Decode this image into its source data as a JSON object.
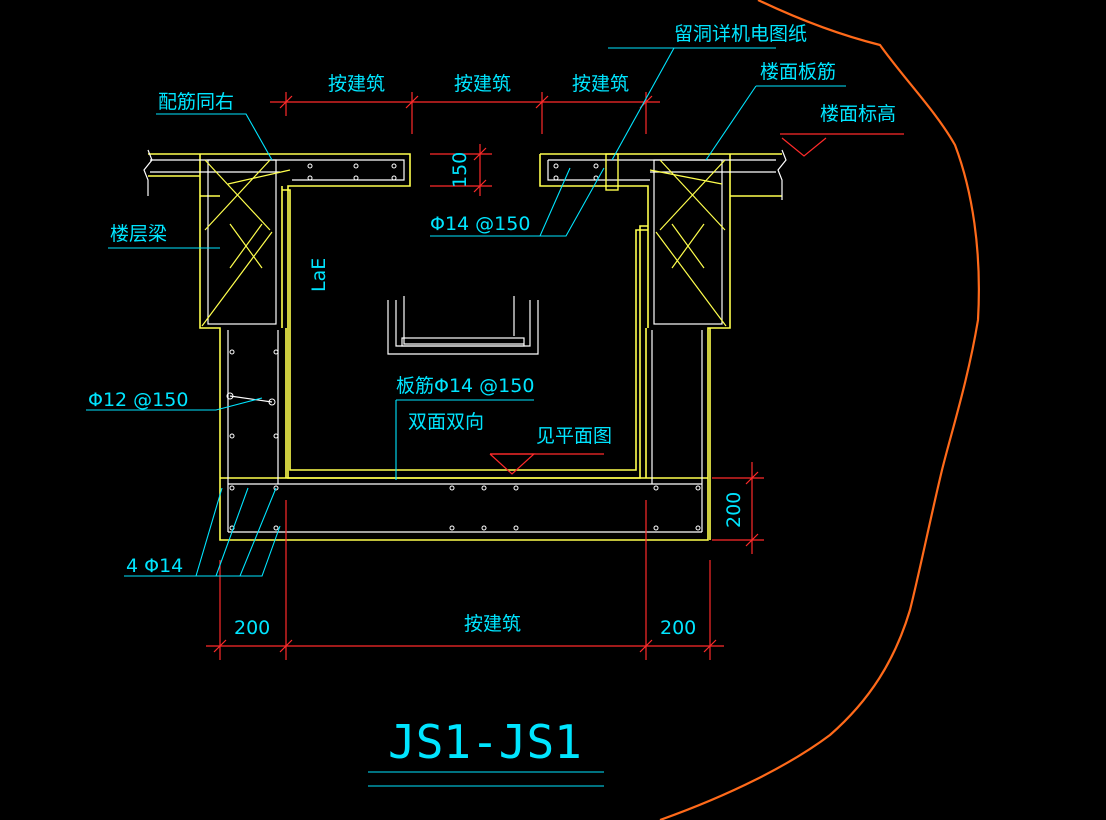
{
  "colors": {
    "background": "#000000",
    "concrete_outline": "#ffff4d",
    "leader_line": "#00e5ff",
    "dimension_line": "#ff2a2a",
    "rebar_line": "#ffffff",
    "revision_cloud": "#ff6a1a",
    "text": "#00e5ff"
  },
  "labels": {
    "peijin_tongyou": "配筋同右",
    "louceng_liang": "楼层梁",
    "liudong": "留洞详机电图纸",
    "loumian_banjin": "楼面板筋",
    "loumian_biaogao": "楼面标高",
    "phi14_150": "Φ14 @150",
    "lae": "LaE",
    "phi12_150": "Φ12 @150",
    "banjin": "板筋Φ14 @150",
    "shuangmian": "双面双向",
    "jian_pingmiantu": "见平面图",
    "four_phi14": "4 Φ14"
  },
  "dimensions": {
    "top_1": "按建筑",
    "top_2": "按建筑",
    "top_3": "按建筑",
    "slab_thk": "150",
    "bottom_thk": "200",
    "bottom_left": "200",
    "bottom_mid": "按建筑",
    "bottom_right": "200"
  },
  "title": "JS1-JS1"
}
